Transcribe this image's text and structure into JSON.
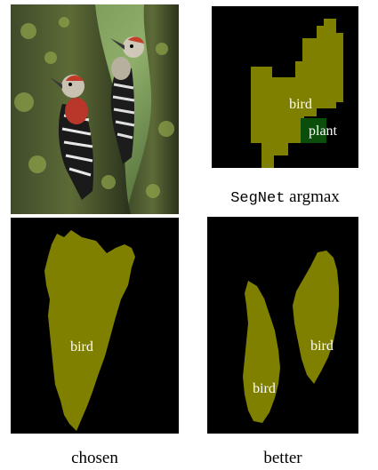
{
  "colors": {
    "background": "#000000",
    "bird_mask": "#808000",
    "plant_mask": "#0b4d0b",
    "label_text": "#ffffff"
  },
  "panels": {
    "photo": {
      "icon": "woodpeckers-on-tree-photo"
    },
    "segnet": {
      "caption_code": "SegNet",
      "caption_text": " argmax",
      "labels": {
        "bird": "bird",
        "plant": "plant"
      }
    },
    "chosen": {
      "caption": "chosen",
      "labels": {
        "bird": "bird"
      }
    },
    "better": {
      "caption": "better",
      "labels": {
        "bird_left": "bird",
        "bird_right": "bird"
      }
    }
  }
}
